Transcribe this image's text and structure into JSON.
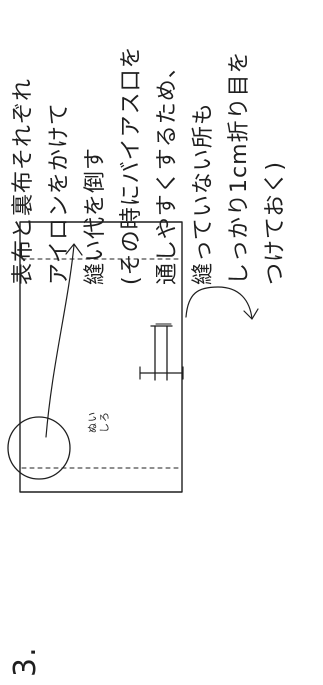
{
  "step_number": "3.",
  "instructions": [
    "表布と裏布それぞれ",
    "アイロンをかけて",
    "縫い代を倒す",
    "(その時にバイアス口を",
    "通しやすくするため、",
    "縫っていない所も",
    "しっかり1cm折り目を",
    "つけておく)"
  ],
  "seam_label": [
    "ぬい",
    "しろ"
  ]
}
